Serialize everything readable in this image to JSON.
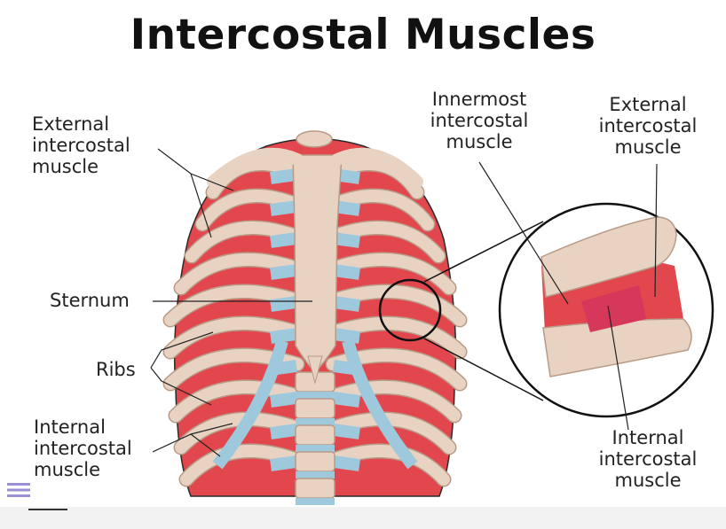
{
  "title": "Intercostal Muscles",
  "labels": {
    "external_left": "External\nintercostal\nmuscle",
    "sternum": "Sternum",
    "ribs": "Ribs",
    "internal_left": "Internal\nintercostal\nmuscle",
    "innermost": "Innermost\nintercostal\nmuscle",
    "external_right": "External\nintercostal\nmuscle",
    "internal_right": "Internal\nintercostal\nmuscle"
  },
  "colors": {
    "muscle": "#e2474d",
    "muscle_light": "#ef7a78",
    "bone": "#e8d3c3",
    "bone_dark": "#b89a86",
    "cartilage": "#9ec9dc",
    "outline": "#2a2a2a"
  },
  "icons": [
    "menu-icon"
  ]
}
